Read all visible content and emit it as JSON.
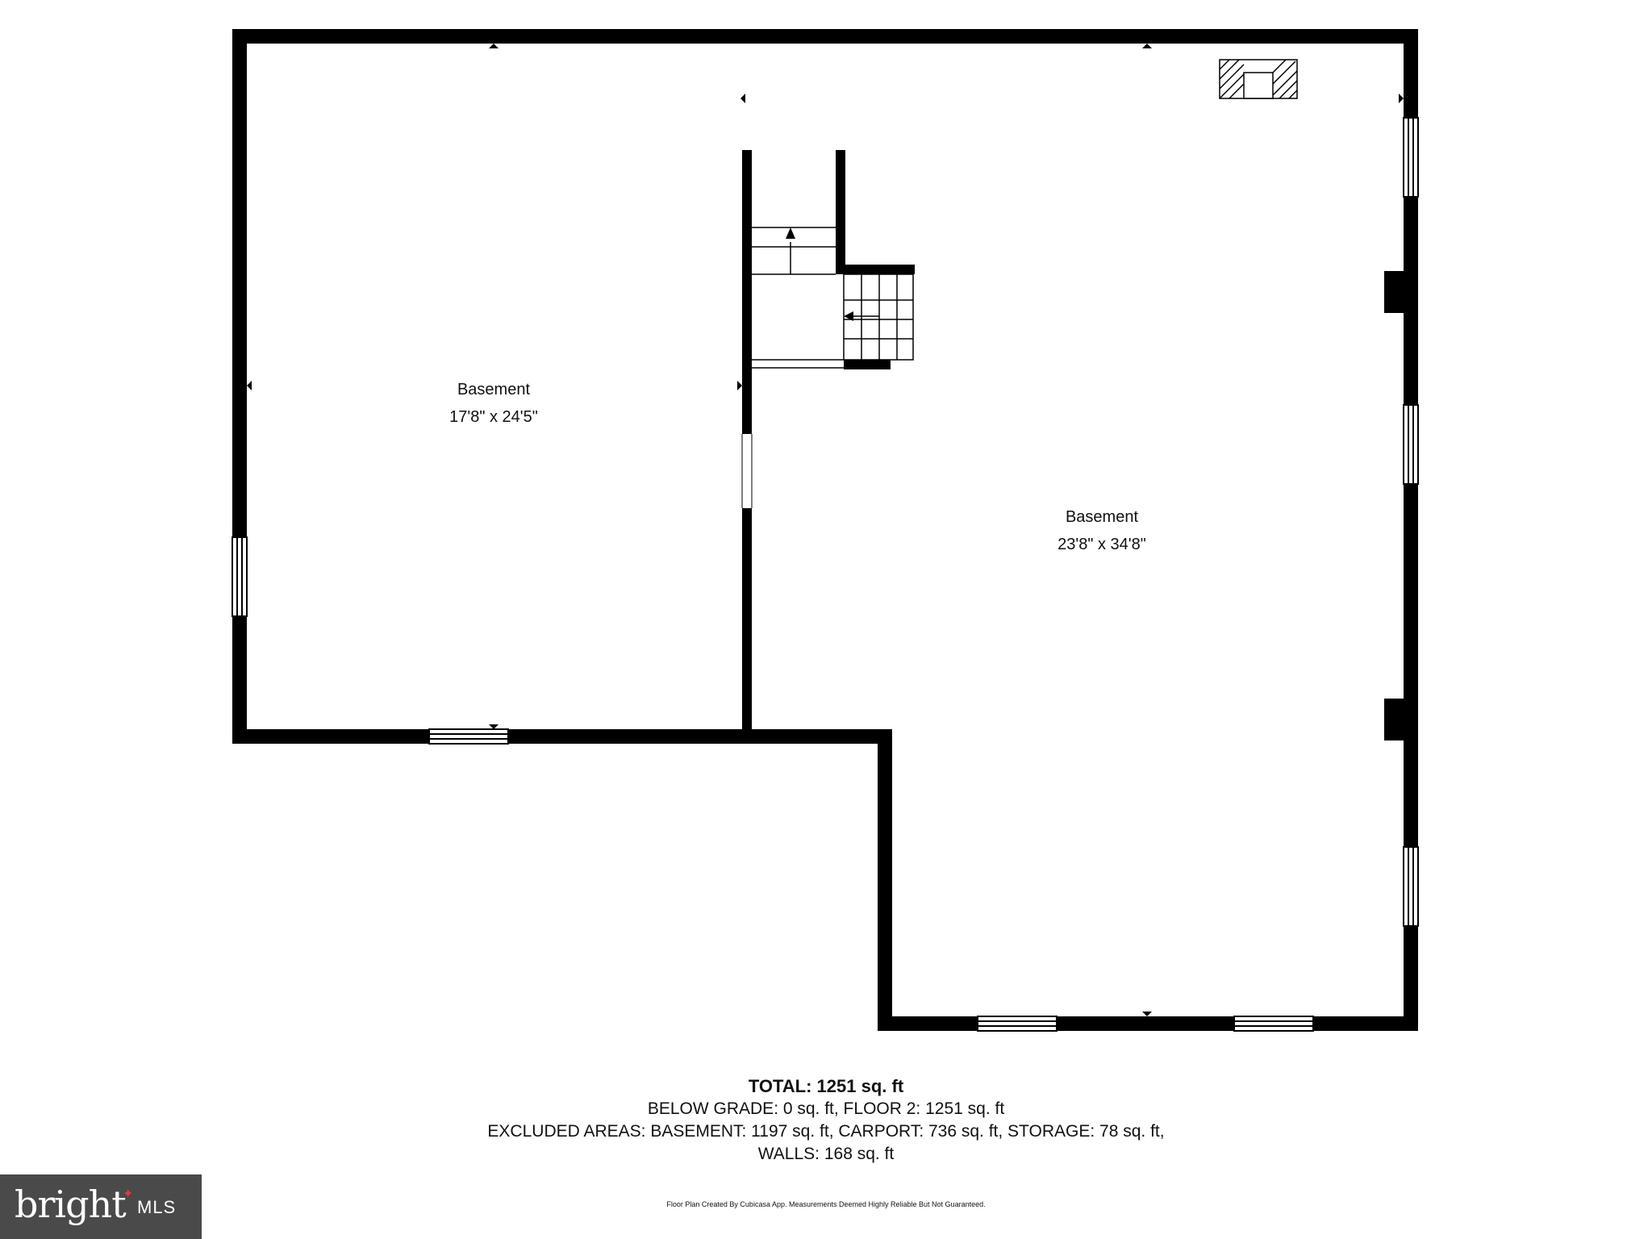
{
  "rooms": [
    {
      "name": "Basement",
      "dims": "17'8\" x 24'5\""
    },
    {
      "name": "Basement",
      "dims": "23'8\" x 34'8\""
    }
  ],
  "summary": {
    "total": "TOTAL: 1251 sq. ft",
    "line1": "BELOW GRADE: 0 sq. ft, FLOOR 2: 1251 sq. ft",
    "line2": "EXCLUDED AREAS: BASEMENT: 1197 sq. ft, CARPORT: 736 sq. ft, STORAGE: 78 sq. ft,",
    "line3": "WALLS: 168 sq. ft"
  },
  "credit": "Floor Plan Created By Cubicasa App. Measurements Deemed Highly Reliable But Not Guaranteed.",
  "logo": {
    "brand": "bright",
    "suffix": "MLS"
  },
  "colors": {
    "wall": "#000000",
    "background": "#ffffff",
    "logo_bg": "#4a4a4a",
    "logo_accent": "#e23a3a"
  }
}
